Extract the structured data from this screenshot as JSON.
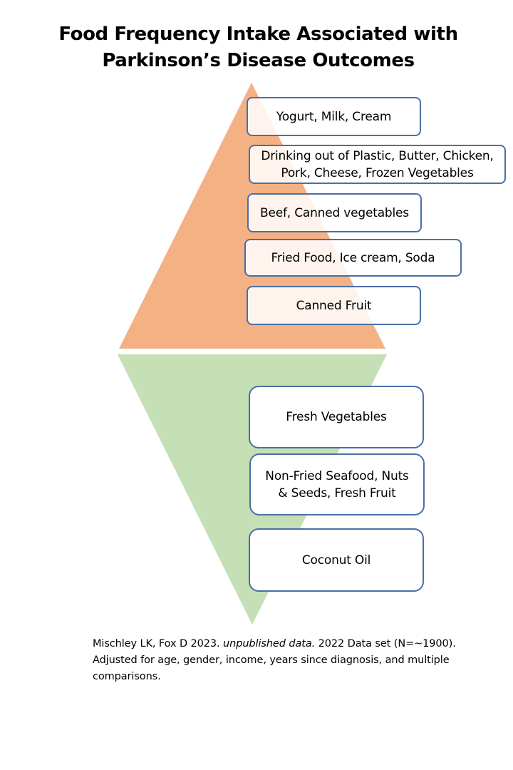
{
  "title": {
    "line1": "Food Frequency Intake Associated with",
    "line2": "Parkinson’s Disease Outcomes"
  },
  "colors": {
    "upper_triangle": "#f4b183",
    "lower_triangle": "#c5e0b4",
    "box_border": "#4a6fa5"
  },
  "upper_group": {
    "items": [
      {
        "lines": [
          "Yogurt, Milk, Cream"
        ]
      },
      {
        "lines": [
          "Drinking out of Plastic, Butter, Chicken,",
          "Pork, Cheese, Frozen Vegetables"
        ]
      },
      {
        "lines": [
          "Beef, Canned vegetables"
        ]
      },
      {
        "lines": [
          "Fried Food, Ice cream, Soda"
        ]
      },
      {
        "lines": [
          "Canned Fruit"
        ]
      }
    ]
  },
  "lower_group": {
    "items": [
      {
        "lines": [
          "Fresh Vegetables"
        ]
      },
      {
        "lines": [
          "Non-Fried Seafood, Nuts",
          "& Seeds, Fresh Fruit"
        ]
      },
      {
        "lines": [
          "Coconut Oil"
        ]
      }
    ]
  },
  "source": {
    "line1_authors": "Mischley LK, Fox D 2023. ",
    "line1_italic": "unpublished data.",
    "line1_rest": " 2022 Data set (N=~1900).",
    "line2": "Adjusted for age, gender, income, years since diagnosis, and multiple",
    "line3": "comparisons."
  }
}
